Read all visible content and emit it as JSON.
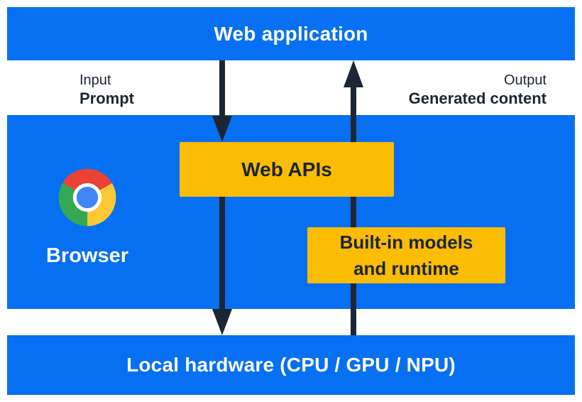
{
  "colors": {
    "band_blue": "#0770f2",
    "box_yellow": "#fbbc04",
    "arrow_dark": "#1c2634",
    "text_white": "#ffffff",
    "chrome_red": "#ea4335",
    "chrome_yellow": "#fcc934",
    "chrome_green": "#34a853",
    "chrome_blue": "#4285f4"
  },
  "layers": {
    "top_label": "Web application",
    "bottom_label": "Local hardware (CPU / GPU / NPU)"
  },
  "io": {
    "input_caption": "Input",
    "input_value": "Prompt",
    "output_caption": "Output",
    "output_value": "Generated content"
  },
  "browser": {
    "label": "Browser"
  },
  "boxes": {
    "web_apis": "Web APIs",
    "builtin_line1": "Built-in models",
    "builtin_line2": "and runtime"
  }
}
